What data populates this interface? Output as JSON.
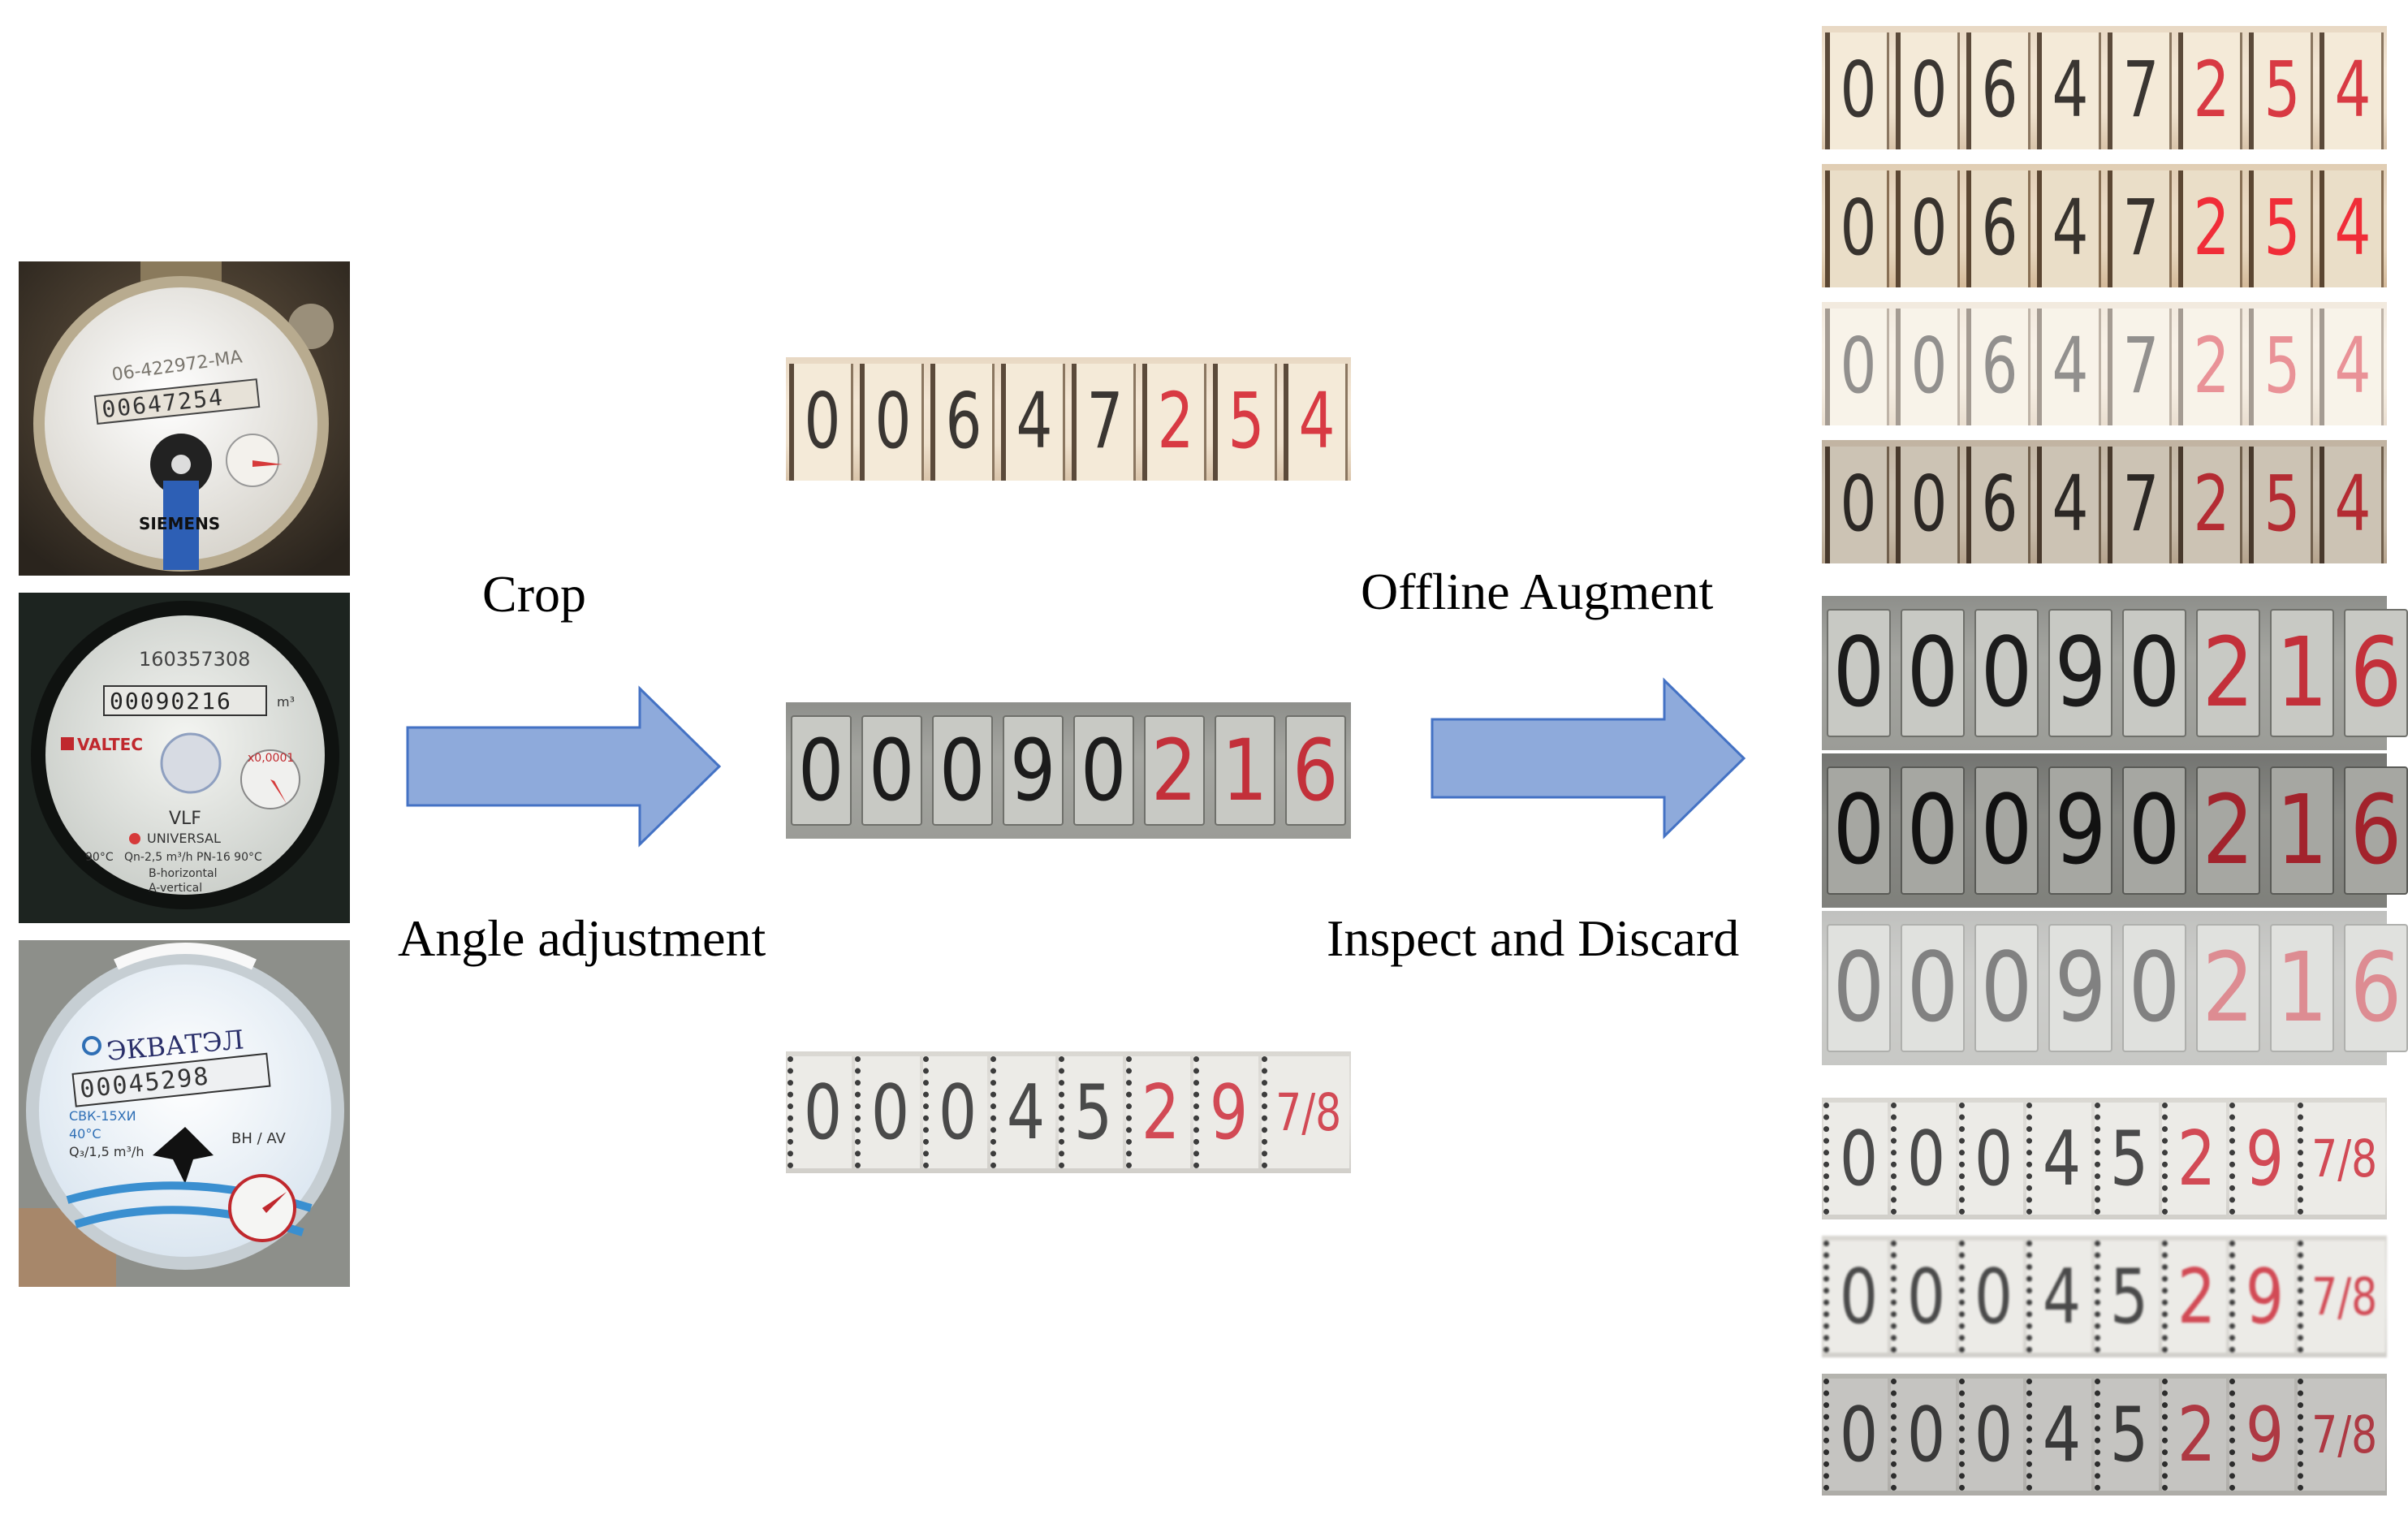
{
  "labels": {
    "crop": "Crop",
    "angle": "Angle adjustment",
    "offline": "Offline Augment",
    "inspect": "Inspect and Discard"
  },
  "meters": [
    {
      "serial": "06-422972-MA",
      "reading": "00647254",
      "brand": "SIEMENS"
    },
    {
      "serial": "160357308",
      "reading": "00090216",
      "brand": "VALTEC",
      "model": "VLF",
      "spec1": "UNIVERSAL",
      "spec2": "Qn-2,5 m³/h PN-16 90°C",
      "spec3": "B-horizontal",
      "spec4": "A-vertical",
      "temp": "90°C",
      "unit": "m³",
      "mult": "x0,0001"
    },
    {
      "brand": "ЭКВАТЭЛ",
      "reading": "00045298",
      "model": "СВК-15ХИ",
      "temp": "40°C",
      "flow": "Q₃/1,5 m³/h",
      "mark": "ВН / AV"
    }
  ],
  "strips": {
    "a": [
      "0",
      "0",
      "6",
      "4",
      "7",
      "2",
      "5",
      "4"
    ],
    "b": [
      "0",
      "0",
      "0",
      "9",
      "0",
      "2",
      "1",
      "6"
    ],
    "c": [
      "0",
      "0",
      "0",
      "4",
      "5",
      "2",
      "9",
      "7/8"
    ]
  },
  "colors": {
    "arrow_fill": "#8eaadb",
    "arrow_stroke": "#4472c4",
    "digit_red": "#d83a43"
  }
}
